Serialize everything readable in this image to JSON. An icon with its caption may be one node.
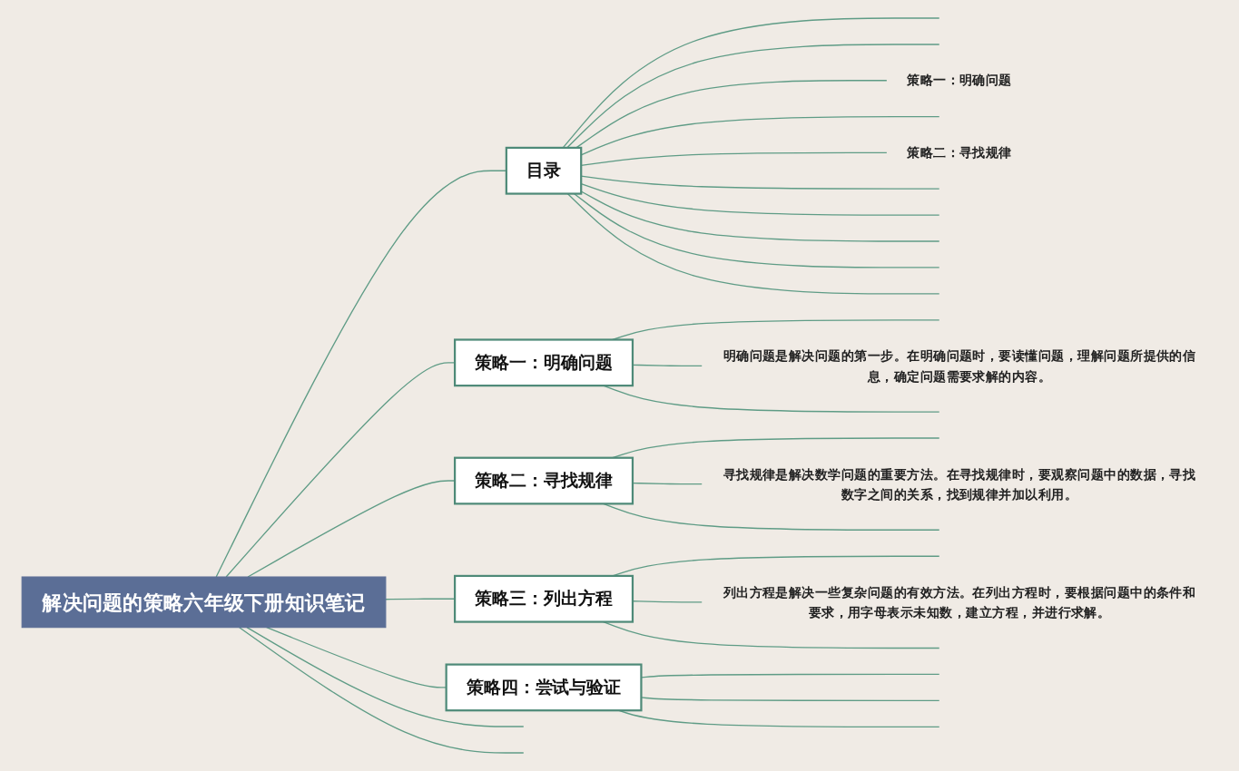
{
  "diagram": {
    "nodes": [
      {
        "text": [
          "解决问题的策略六年级下册知识笔记"
        ]
      },
      {
        "text": [
          "目录"
        ]
      },
      {
        "text": [
          "策略一：明确问题"
        ]
      },
      {
        "text": [
          "策略二：寻找规律"
        ]
      },
      {
        "text": [
          "策略一：明确问题"
        ]
      },
      {
        "text": [
          "明确问题是解决问题的第一步。在明确问题时，要读懂问题，理解问题所提供的信息，确定问题需要求解的内容。"
        ]
      },
      {
        "text": [
          "策略二：寻找规律"
        ]
      },
      {
        "text": [
          "寻找规律是解决数学问题的重要方法。在寻找规律时，要观察问题中的数据，寻找数字之间的关系，找到规律并加以利用。"
        ]
      },
      {
        "text": [
          "策略三：列出方程"
        ]
      },
      {
        "text": [
          "列出方程是解决一些复杂问题的有效方法。在列出方程时，要根据问题中的条件和要求，用字母表示未知数，建立方程，并进行求解。"
        ]
      },
      {
        "text": [
          "策略四：尝试与验证"
        ]
      }
    ],
    "edges": [
      {
        "from": 0,
        "to": 1,
        "arrow": "none"
      },
      {
        "from": 1,
        "to": null,
        "arrow": "none"
      },
      {
        "from": 1,
        "to": null,
        "arrow": "none"
      },
      {
        "from": 1,
        "to": 2,
        "arrow": "none"
      },
      {
        "from": 1,
        "to": null,
        "arrow": "none"
      },
      {
        "from": 1,
        "to": 3,
        "arrow": "none"
      },
      {
        "from": 1,
        "to": null,
        "arrow": "none"
      },
      {
        "from": 1,
        "to": null,
        "arrow": "none"
      },
      {
        "from": 1,
        "to": null,
        "arrow": "none"
      },
      {
        "from": 1,
        "to": null,
        "arrow": "none"
      },
      {
        "from": 1,
        "to": null,
        "arrow": "none"
      },
      {
        "from": 0,
        "to": 4,
        "arrow": "none"
      },
      {
        "from": 4,
        "to": null,
        "arrow": "none"
      },
      {
        "from": 4,
        "to": 5,
        "arrow": "none"
      },
      {
        "from": 4,
        "to": null,
        "arrow": "none"
      },
      {
        "from": 0,
        "to": 6,
        "arrow": "none"
      },
      {
        "from": 6,
        "to": null,
        "arrow": "none"
      },
      {
        "from": 6,
        "to": 7,
        "arrow": "none"
      },
      {
        "from": 6,
        "to": null,
        "arrow": "none"
      },
      {
        "from": 0,
        "to": 8,
        "arrow": "none"
      },
      {
        "from": 8,
        "to": null,
        "arrow": "none"
      },
      {
        "from": 8,
        "to": 9,
        "arrow": "none"
      },
      {
        "from": 8,
        "to": null,
        "arrow": "none"
      },
      {
        "from": 0,
        "to": 10,
        "arrow": "none"
      },
      {
        "from": 10,
        "to": null,
        "arrow": "none"
      },
      {
        "from": 10,
        "to": null,
        "arrow": "none"
      },
      {
        "from": 10,
        "to": null,
        "arrow": "none"
      },
      {
        "from": 0,
        "to": null,
        "arrow": "none"
      },
      {
        "from": 0,
        "to": null,
        "arrow": "none"
      }
    ]
  }
}
